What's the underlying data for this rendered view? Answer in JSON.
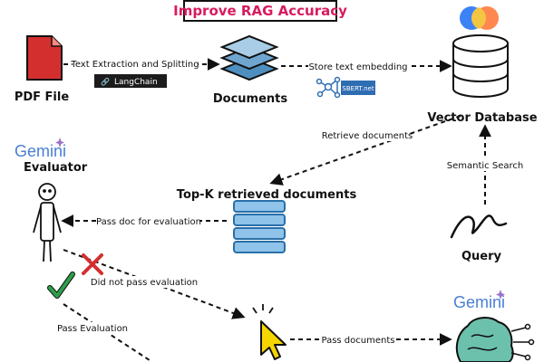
{
  "title": "Improve RAG Accuracy",
  "nodes": {
    "pdf": "PDF File",
    "documents": "Documents",
    "vector_db": "Vector Database",
    "topk": "Top-K retrieved documents",
    "query": "Query",
    "evaluator": "Evaluator"
  },
  "edges": {
    "extract": "Text Extraction and Splitting",
    "store": "Store text embedding",
    "retrieve": "Retrieve documents",
    "semantic": "Semantic Search",
    "pass_eval_doc": "Pass doc for evaluation",
    "not_pass": "Did not pass evaluation",
    "pass": "Pass Evaluation",
    "pass_docs": "Pass documents"
  },
  "logos": {
    "langchain": "LangChain",
    "sbert": "SBERT.net",
    "gemini_evaluator": "Gemini",
    "gemini_llm": "Gemini"
  },
  "colors": {
    "title": "#d81b60",
    "pdf": "#d32f2f",
    "doc_stack": "#4f8fc0",
    "doc_stack_light": "#a9cde6",
    "fail_mark": "#d32f2f",
    "pass_mark": "#2e9e4a",
    "cursor": "#f5d500",
    "brain": "#6cc1ad"
  }
}
